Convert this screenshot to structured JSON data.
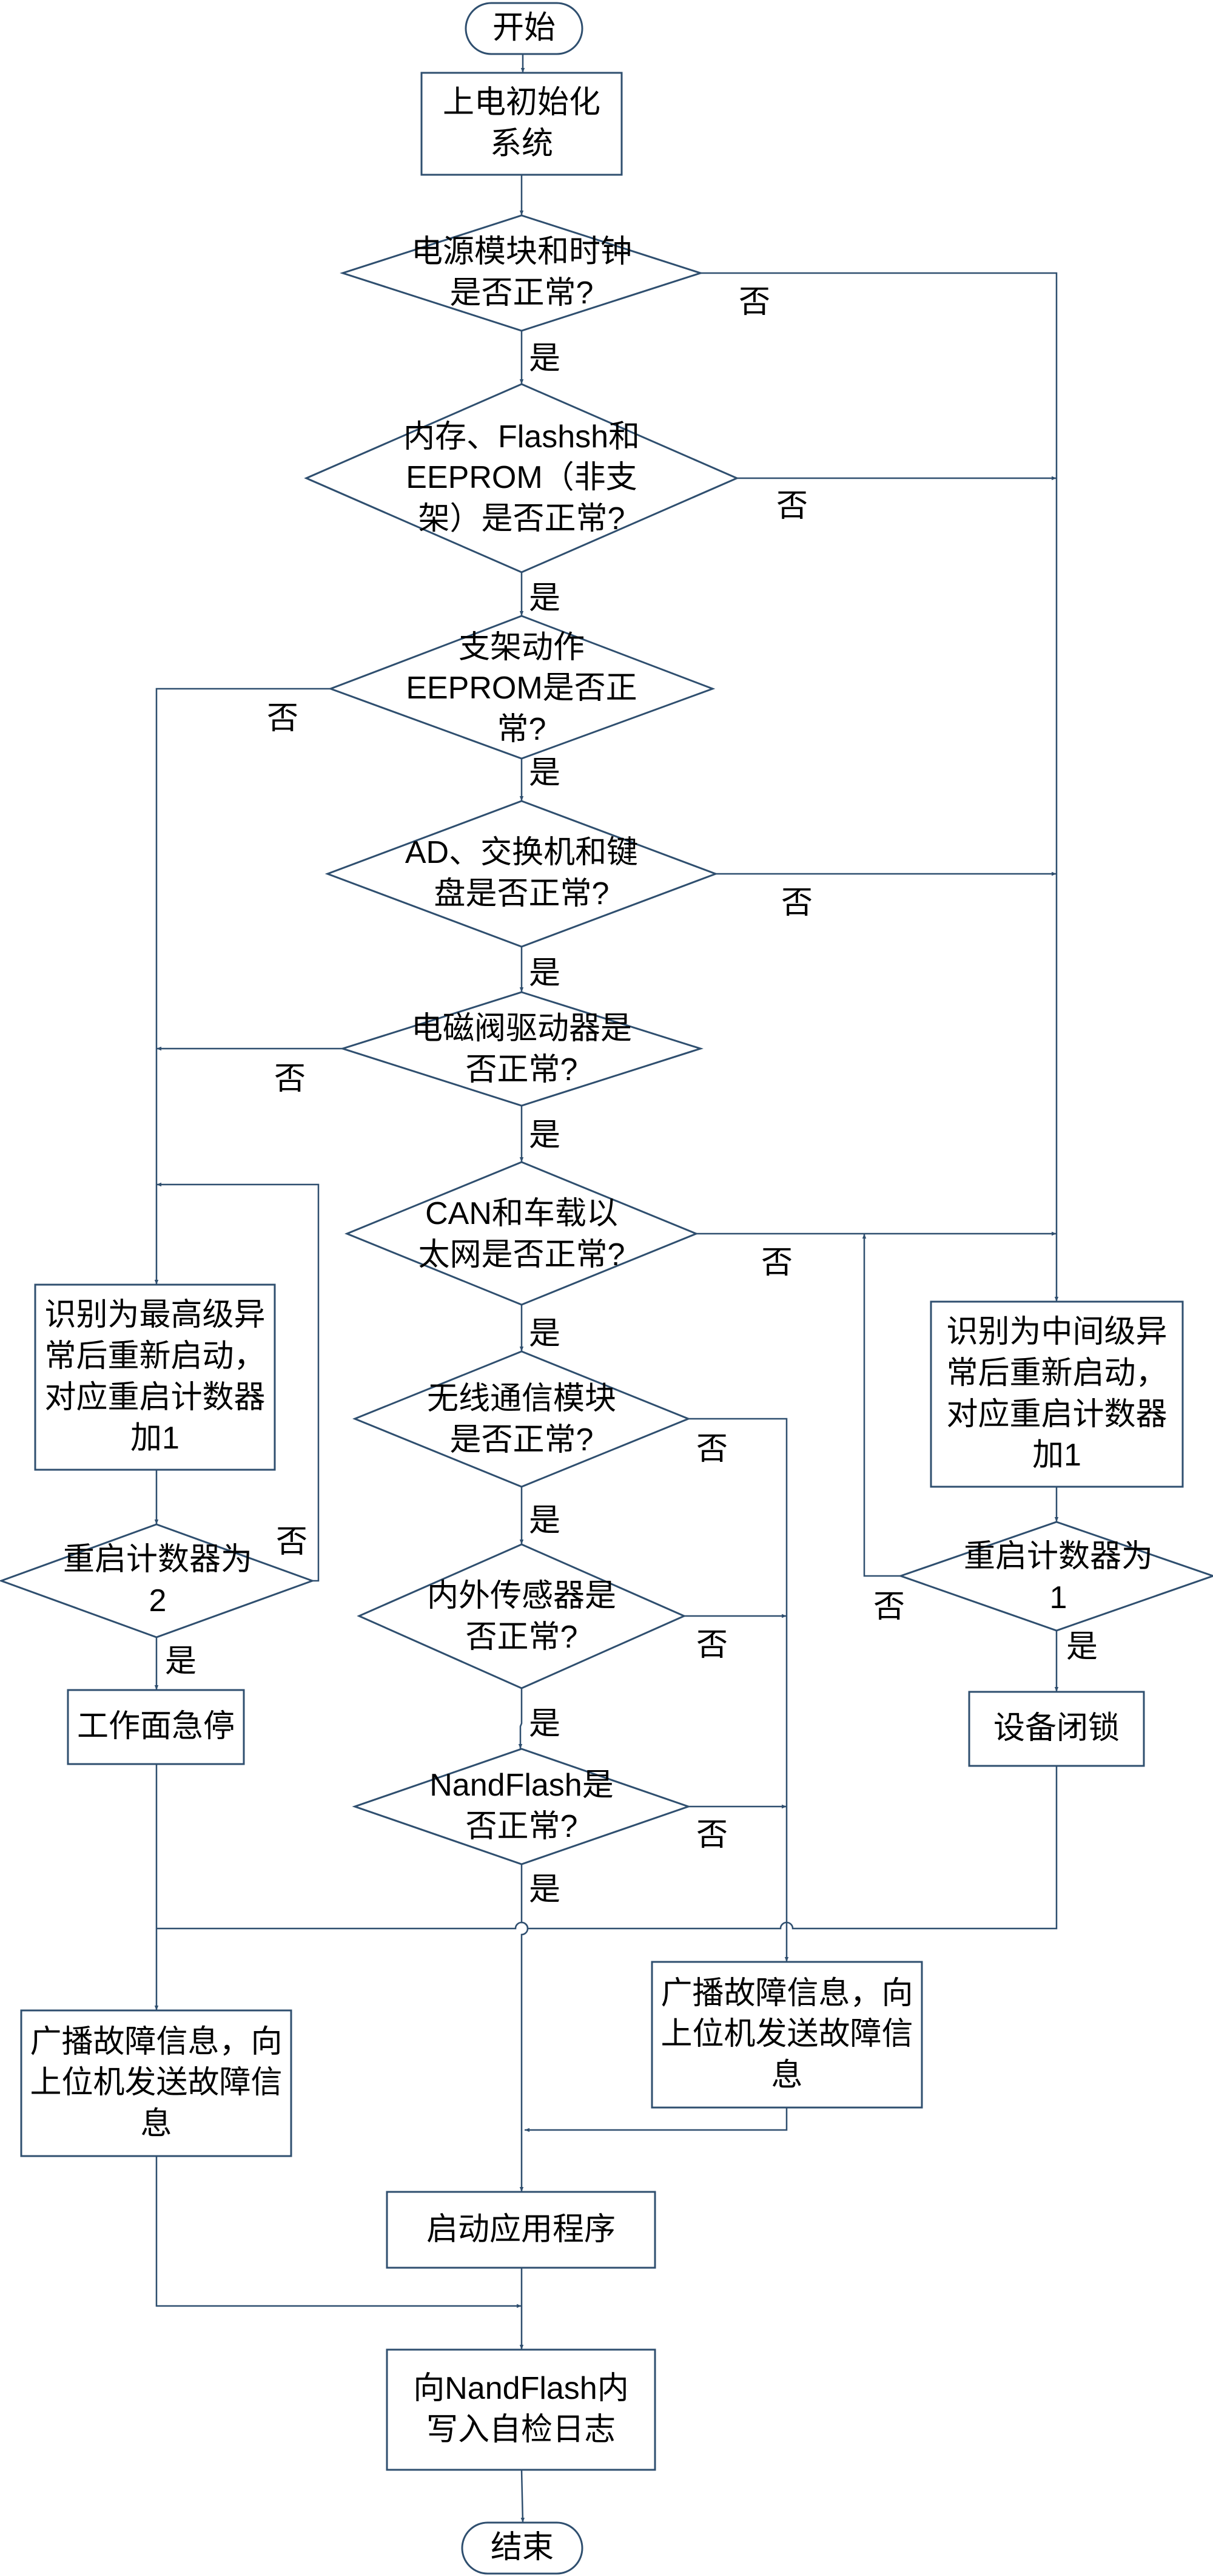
{
  "nodes": {
    "start": "开始",
    "init": "上电初始化\n系统",
    "d_power": "电源模块和时钟\n是否正常?",
    "d_mem": "内存、Flashsh和\nEEPROM（非支\n架）是否正常?",
    "d_eeprom": "支架动作\nEEPROM是否正\n常?",
    "d_ad": "AD、交换机和键\n盘是否正常?",
    "d_valve": "电磁阀驱动器是\n否正常?",
    "d_can": "CAN和车载以\n太网是否正常?",
    "d_wireless": "无线通信模块\n是否正常?",
    "d_sensor": "内外传感器是\n否正常?",
    "d_nand": "NandFlash是\n否正常?",
    "high_restart": "识别为最高级异\n常后重新启动，\n对应重启计数器\n加1",
    "d_cnt2": "重启计数器为\n2",
    "estop": "工作面急停",
    "mid_restart": "识别为中间级异\n常后重新启动，\n对应重启计数器\n加1",
    "d_cnt1": "重启计数器为\n1",
    "lock": "设备闭锁",
    "broadcast_left": "广播故障信息，向\n上位机发送故障信\n息",
    "broadcast_right": "广播故障信息，向\n上位机发送故障信\n息",
    "start_app": "启动应用程序",
    "write_log": "向NandFlash内\n写入自检日志",
    "end": "结束"
  },
  "edge_labels": {
    "power_yes": "是",
    "power_no": "否",
    "mem_yes": "是",
    "mem_no": "否",
    "eeprom_yes": "是",
    "eeprom_no": "否",
    "ad_yes": "是",
    "ad_no": "否",
    "valve_yes": "是",
    "valve_no": "否",
    "can_yes": "是",
    "can_no": "否",
    "wireless_yes": "是",
    "wireless_no": "否",
    "sensor_yes": "是",
    "sensor_no": "否",
    "nand_yes": "是",
    "nand_no": "否",
    "cnt2_yes": "是",
    "cnt2_no": "否",
    "cnt1_yes": "是",
    "cnt1_no": "否"
  }
}
